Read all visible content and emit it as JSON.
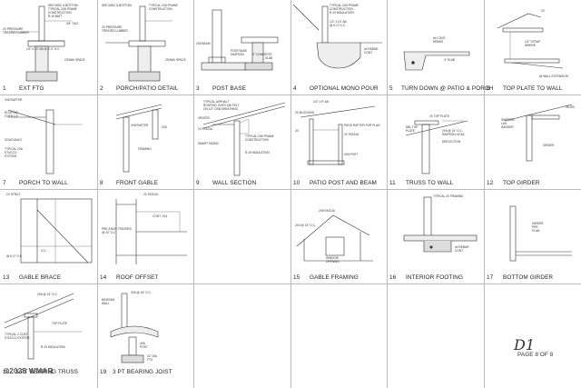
{
  "sheet": {
    "stamp": "D1",
    "page_label": "PAGE 8 OF 8",
    "watermark": "©2025 WMAR"
  },
  "details": [
    {
      "num": "1",
      "title": "EXT FTG"
    },
    {
      "num": "2",
      "title": "PORCH/PATIO DETAIL"
    },
    {
      "num": "3",
      "title": "POST BASE"
    },
    {
      "num": "4",
      "title": "OPTIONAL MONO POUR"
    },
    {
      "num": "5",
      "title": "TURN DOWN @ PATIO & PORCH"
    },
    {
      "num": "6",
      "title": "TOP PLATE TO WALL"
    },
    {
      "num": "7",
      "title": "PORCH TO WALL"
    },
    {
      "num": "8",
      "title": "FRONT GABLE"
    },
    {
      "num": "9",
      "title": "WALL SECTION"
    },
    {
      "num": "10",
      "title": "PATIO POST AND BEAM"
    },
    {
      "num": "11",
      "title": "TRUSS TO WALL"
    },
    {
      "num": "12",
      "title": "TOP GIRDER"
    },
    {
      "num": "13",
      "title": "GABLE BRACE"
    },
    {
      "num": "14",
      "title": "ROOF OFFSET"
    },
    {
      "num": "15",
      "title": "GABLE FRAMING"
    },
    {
      "num": "16",
      "title": "INTERIOR FOOTING"
    },
    {
      "num": "17",
      "title": "BOTTOM GIRDER"
    },
    {
      "num": "18",
      "title": "3 PT BEARING TRUSS"
    },
    {
      "num": "19",
      "title": "3 PT BEARING JOIST"
    }
  ],
  "notes": {
    "d1": [
      "SEE MISC & BOTTOM",
      "TYPICAL 2X6 FRAME",
      "CONSTRUCTION",
      "R-19 BATT",
      "INSULATION",
      "3/4\" T&G",
      "FLOOR",
      "2X PRESSURE",
      "TREATED LUMBER",
      "1/2\" x 10\" AB @ 6'-0\" O.C.",
      "MAX 2 1/2\" WASHER EMBED",
      "CRAWL SPACE"
    ],
    "d2": [
      "SEE MISC & BOTTOM",
      "TYPICAL 2X6 FRAME",
      "CONSTRUCTION",
      "R-19 BATT",
      "INSULATION",
      "2X PRESSURE",
      "TREATED LUMBER",
      "CRAWL SPACE"
    ],
    "d3": [
      "2X8 BEAM",
      "POST BASE",
      "SIMPSON",
      "4\" CONCRETE",
      "SLAB",
      "6X6 POST"
    ],
    "d4": [
      "TYPICAL 2X6 FRAME",
      "CONSTRUCTION",
      "R-19 INSULATION",
      "2X PRESSURE",
      "TREATED LUMBER",
      "1/2\" x 10\" AB",
      "@ 6'-0\" O.C.",
      "#4 REBAR",
      "CONT.",
      "2-#4 BARS"
    ],
    "d5": [
      "#4 CONT.",
      "REBAR",
      "4\" SLAB",
      "6\" BELOW"
    ],
    "d6": [
      "2X",
      "RIDGE",
      "1/2\" STRAP",
      "WHERE",
      "PLATES DO",
      "NOT OVERLAP",
      "@ WALL EXTENSION"
    ],
    "d7": [
      "2X6 RAFTER",
      "ROOFING",
      "OVER 1/2\"",
      "OSB",
      "SOFFIT",
      "SOLID BLKG",
      "TYPICAL 2X6",
      "STUCCO",
      "SYSTEM"
    ],
    "d8": [
      "2X8 RAFTER",
      "2X6",
      "FRAMING",
      "2X6"
    ],
    "d9": [
      "TYPICAL ASPHALT",
      "ROOFING OVER 15# FELT",
      "ON 1/2\" OSB SHEATHING",
      "VENTED",
      "SOFFIT",
      "2X FASCIA",
      "2X TRUSS",
      "SOLID",
      "BLOCKING",
      "R-19 INSULATION",
      "TYPICAL 2X6 FRAME",
      "CONSTRUCTION",
      "SMART SIDING"
    ],
    "d10": [
      "1/2\" x 9\" AB",
      "HOLD DOWN",
      "2X BLOCKING",
      "PATIO RAFTER FOR PLAN",
      "2X FASCIA",
      "2X RAFTER",
      "2X",
      "FASCIA",
      "SUBFEED",
      "PLAN",
      "4X6 POST"
    ],
    "d11": [
      "2X TOP PLATE",
      "2X6 @ 16\" O.C.",
      "SIMPSON H2.5A",
      "TRUSS",
      "DEFLECTION",
      "DBL TOP",
      "PLATE"
    ],
    "d12": [
      "SIMPSON",
      "LUS",
      "HANGER",
      "SEE",
      "PLAN",
      "TRUSS",
      "PER",
      "PLAN",
      "GIRDER",
      "PER",
      "PLAN"
    ],
    "d13": [
      "2X STRUT",
      "2X TIE @ 4'",
      "O.C.",
      "2X4 BRACE",
      "@ 6'-0\" O.C.",
      "2X4 SILL",
      "2X4 GABLE",
      "TRUSS"
    ],
    "d14": [
      "2X FASCIA",
      "2X8 RAFTER",
      "PRE-ENGR TRUSSES",
      "@ 24\" O.C.",
      "CONT. 2X4",
      "2X8"
    ],
    "d15": [
      "2X6 FASCIA",
      "2X4 @ 24\" O.C.",
      "2X8 RIDGE",
      "WINDOW",
      "OPENING"
    ],
    "d16": [
      "TYPICAL 2X FRAMING",
      "#4 REBAR",
      "CONT.",
      "TREATED PLATE",
      "2X4"
    ],
    "d17": [
      "GIRDER",
      "PER",
      "PLAN",
      "2X6"
    ],
    "d18": [
      "2X6 @ 24\" O.C.",
      "TYPICAL 2 COAT",
      "STUCCO SYSTEM",
      "TOP PLATE",
      "R-19 INSULATION",
      "2X6 RAFTER",
      "SIMPSON"
    ],
    "d19": [
      "2X6 @ 16\" O.C.",
      "BEARING",
      "WALL",
      "SOLID",
      "BLKG",
      "POST",
      "CAP",
      "4X6",
      "POST",
      "12\" DIA",
      "FTG"
    ]
  }
}
